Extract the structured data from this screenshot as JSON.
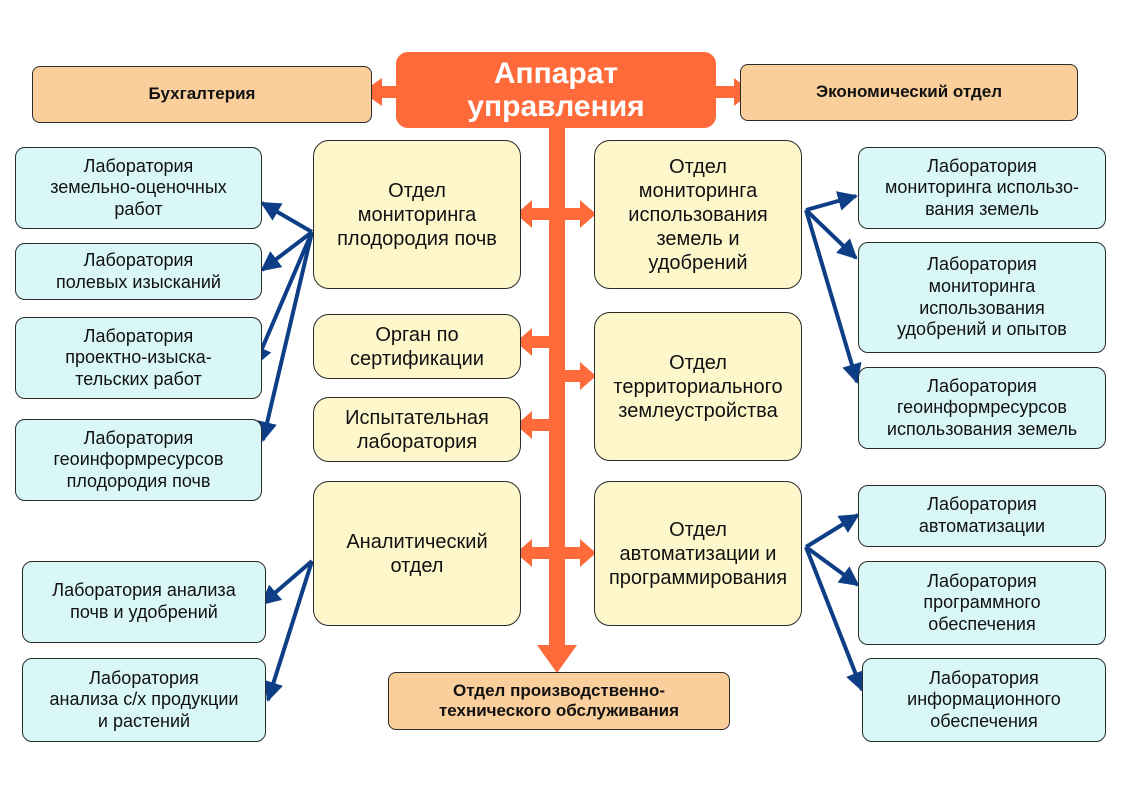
{
  "colors": {
    "orange": "#fe6a3a",
    "blue_arrow": "#0e3f86",
    "yellow": "#fdf7cb",
    "blue": "#d9f7f7",
    "peach": "#fbcf9b"
  },
  "top": {
    "label": "Аппарат\nуправления"
  },
  "header": {
    "left": "Бухгалтерия",
    "right": "Экономический отдел"
  },
  "center_left": [
    "Отдел\nмониторинга\nплодородия почв",
    "Орган по\nсертификации",
    "Испытательная\nлаборатория",
    "Аналитический\nотдел"
  ],
  "center_right": [
    "Отдел\nмониторинга\nиспользования\nземель и\nудобрений",
    "Отдел\nтерриториального\nземлеустройства",
    "Отдел\nавтоматизации и\nпрограммирования"
  ],
  "bottom": "Отдел производственно-\nтехнического обслуживания",
  "labs_left_upper": [
    "Лаборатория\nземельно-оценочных\nработ",
    "Лаборатория\nполевых изысканий",
    "Лаборатория\nпроектно-изыска-\nтельских работ",
    "Лаборатория\nгеоинформресурсов\nплодородия почв"
  ],
  "labs_left_lower": [
    "Лаборатория анализа\nпочв и удобрений",
    "Лаборатория\nанализа с/х продукции\nи растений"
  ],
  "labs_right_upper": [
    "Лаборатория\nмониторинга использо-\nвания земель",
    "Лаборатория\nмониторинга\nиспользования\nудобрений и  опытов",
    "Лаборатория\nгеоинформресурсов\nиспользования земель"
  ],
  "labs_right_lower": [
    "Лаборатория\nавтоматизации",
    "Лаборатория\nпрограммного\nобеспечения",
    "Лаборатория\nинформационного\nобеспечения"
  ]
}
